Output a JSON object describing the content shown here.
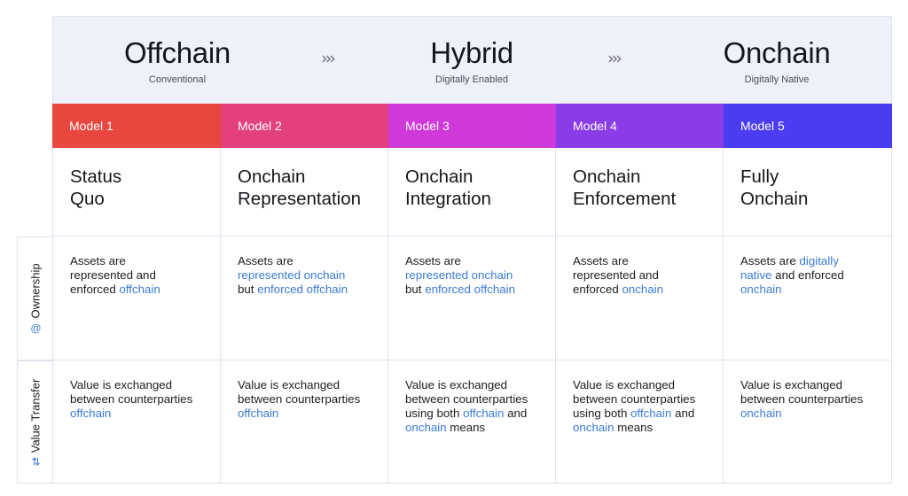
{
  "stages": [
    {
      "title": "Offchain",
      "subtitle": "Conventional"
    },
    {
      "title": "Hybrid",
      "subtitle": "Digitally Enabled"
    },
    {
      "title": "Onchain",
      "subtitle": "Digitally Native"
    }
  ],
  "arrow_glyph": "›››",
  "row_labels": {
    "ownership": {
      "label": "Ownership",
      "icon": "at-icon"
    },
    "value_transfer": {
      "label": "Value Transfer",
      "icon": "swap-arrows-icon"
    }
  },
  "models": [
    {
      "label": "Model 1",
      "color": "#e8473f",
      "name_line1": "Status",
      "name_line2": "Quo",
      "ownership": [
        {
          "t": "Assets are"
        },
        {
          "br": true
        },
        {
          "t": "represented and"
        },
        {
          "br": true
        },
        {
          "t": "enforced "
        },
        {
          "t": "offchain",
          "hl": true
        }
      ],
      "value_transfer": [
        {
          "t": "Value is exchanged"
        },
        {
          "br": true
        },
        {
          "t": "between counterparties"
        },
        {
          "br": true
        },
        {
          "t": "offchain",
          "hl": true
        }
      ]
    },
    {
      "label": "Model 2",
      "color": "#e2417d",
      "name_line1": "Onchain",
      "name_line2": "Representation",
      "ownership": [
        {
          "t": "Assets are"
        },
        {
          "br": true
        },
        {
          "t": "represented onchain",
          "hl": true
        },
        {
          "br": true
        },
        {
          "t": "but "
        },
        {
          "t": "enforced offchain",
          "hl": true
        }
      ],
      "value_transfer": [
        {
          "t": "Value is exchanged"
        },
        {
          "br": true
        },
        {
          "t": "between counterparties"
        },
        {
          "br": true
        },
        {
          "t": "offchain",
          "hl": true
        }
      ]
    },
    {
      "label": "Model 3",
      "color": "#cf39d9",
      "name_line1": "Onchain",
      "name_line2": "Integration",
      "ownership": [
        {
          "t": "Assets are"
        },
        {
          "br": true
        },
        {
          "t": "represented onchain",
          "hl": true
        },
        {
          "br": true
        },
        {
          "t": "but "
        },
        {
          "t": "enforced offchain",
          "hl": true
        }
      ],
      "value_transfer": [
        {
          "t": "Value is exchanged"
        },
        {
          "br": true
        },
        {
          "t": "between counterparties"
        },
        {
          "br": true
        },
        {
          "t": "using both "
        },
        {
          "t": "offchain",
          "hl": true
        },
        {
          "t": " and"
        },
        {
          "br": true
        },
        {
          "t": "onchain",
          "hl": true
        },
        {
          "t": " means"
        }
      ]
    },
    {
      "label": "Model 4",
      "color": "#8a3de6",
      "name_line1": "Onchain",
      "name_line2": "Enforcement",
      "ownership": [
        {
          "t": "Assets are"
        },
        {
          "br": true
        },
        {
          "t": "represented and"
        },
        {
          "br": true
        },
        {
          "t": "enforced "
        },
        {
          "t": "onchain",
          "hl": true
        }
      ],
      "value_transfer": [
        {
          "t": "Value is exchanged"
        },
        {
          "br": true
        },
        {
          "t": "between counterparties"
        },
        {
          "br": true
        },
        {
          "t": "using both "
        },
        {
          "t": "offchain",
          "hl": true
        },
        {
          "t": " and"
        },
        {
          "br": true
        },
        {
          "t": "onchain",
          "hl": true
        },
        {
          "t": " means"
        }
      ]
    },
    {
      "label": "Model 5",
      "color": "#4a3cf0",
      "name_line1": "Fully",
      "name_line2": "Onchain",
      "ownership": [
        {
          "t": "Assets are "
        },
        {
          "t": "digitally",
          "hl": true
        },
        {
          "br": true
        },
        {
          "t": "native",
          "hl": true
        },
        {
          "t": " and enforced"
        },
        {
          "br": true
        },
        {
          "t": "onchain",
          "hl": true
        }
      ],
      "value_transfer": [
        {
          "t": "Value is exchanged"
        },
        {
          "br": true
        },
        {
          "t": "between counterparties"
        },
        {
          "br": true
        },
        {
          "t": "onchain",
          "hl": true
        }
      ]
    }
  ]
}
